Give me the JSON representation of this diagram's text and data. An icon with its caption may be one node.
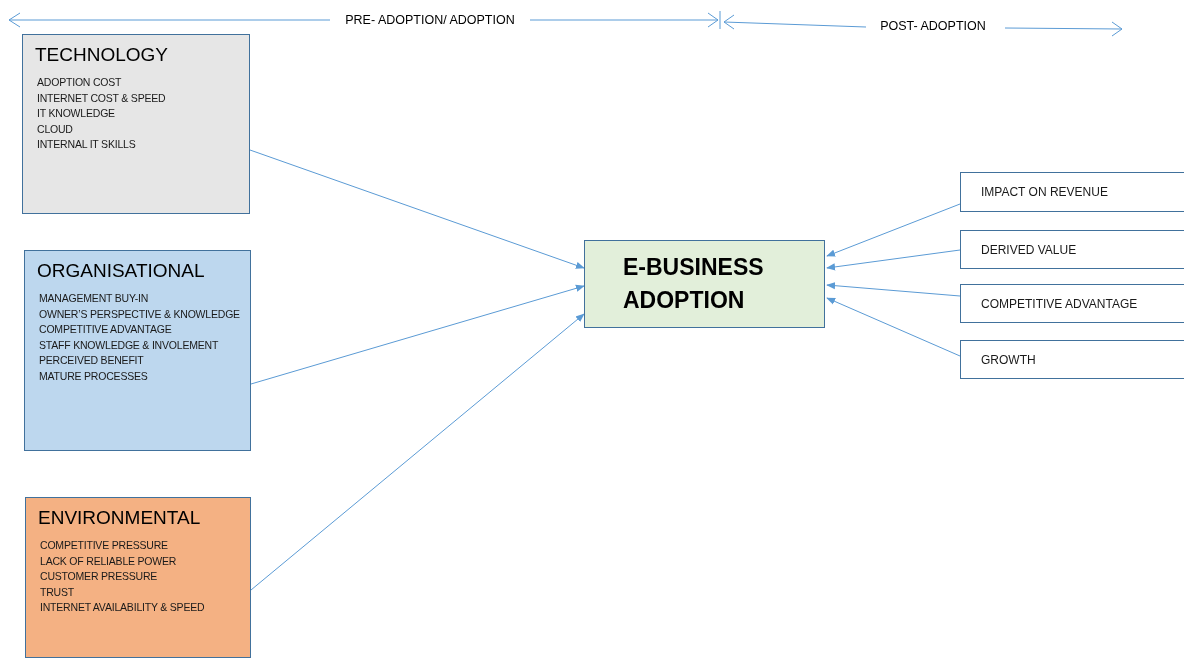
{
  "diagram": {
    "nodes": [
      {
        "text": [
          "TECHNOLOGY",
          "ADOPTION COST",
          "INTERNET COST & SPEED",
          "IT KNOWLEDGE",
          "CLOUD",
          "INTERNAL IT SKILLS"
        ]
      },
      {
        "text": [
          "ORGANISATIONAL",
          "MANAGEMENT BUY-IN",
          "OWNER’S PERSPECTIVE & KNOWLEDGE",
          "COMPETITIVE ADVANTAGE",
          "STAFF KNOWLEDGE & INVOLEMENT",
          "PERCEIVED BENEFIT",
          "MATURE PROCESSES"
        ]
      },
      {
        "text": [
          "ENVIRONMENTAL",
          "COMPETITIVE PRESSURE",
          "LACK OF RELIABLE POWER",
          "CUSTOMER PRESSURE",
          "TRUST",
          "INTERNET AVAILABILITY & SPEED"
        ]
      },
      {
        "text": [
          "E-BUSINESS ADOPTION"
        ]
      },
      {
        "text": [
          "IMPACT ON REVENUE"
        ]
      },
      {
        "text": [
          "DERIVED VALUE"
        ]
      },
      {
        "text": [
          "COMPETITIVE ADVANTAGE"
        ]
      },
      {
        "text": [
          "GROWTH"
        ]
      }
    ],
    "edges": [
      {
        "from": 0,
        "to": 3,
        "arrow": "to"
      },
      {
        "from": 1,
        "to": 3,
        "arrow": "to"
      },
      {
        "from": 2,
        "to": 3,
        "arrow": "to"
      },
      {
        "from": 4,
        "to": 3,
        "arrow": "to"
      },
      {
        "from": 5,
        "to": 3,
        "arrow": "to"
      },
      {
        "from": 6,
        "to": 3,
        "arrow": "to"
      },
      {
        "from": 7,
        "to": 3,
        "arrow": "to"
      }
    ],
    "labels": [
      "PRE- ADOPTION/ ADOPTION",
      "POST- ADOPTION"
    ]
  }
}
